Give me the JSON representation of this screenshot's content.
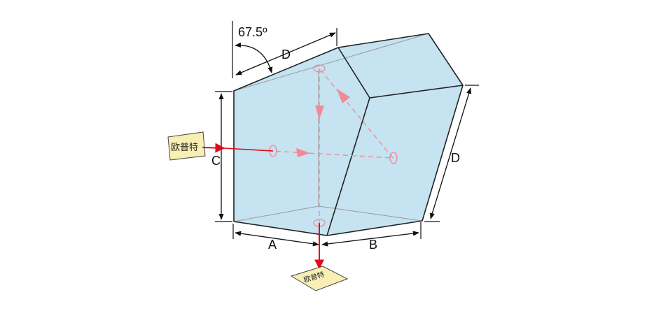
{
  "diagram": {
    "angle_label": "67.5º",
    "dimension_labels": {
      "top": "D",
      "left": "C",
      "bottom_left": "A",
      "bottom_right": "B",
      "right": "D"
    },
    "input_card_label": "欧普特",
    "output_card_label": "欧普特",
    "colors": {
      "prism_fill": "#c5e3f0",
      "edge": "#222222",
      "hidden_edge": "#9a9a9a",
      "beam": "#e10a1e",
      "internal_beam": "#f08a96",
      "card_fill": "#f7efb4"
    }
  }
}
